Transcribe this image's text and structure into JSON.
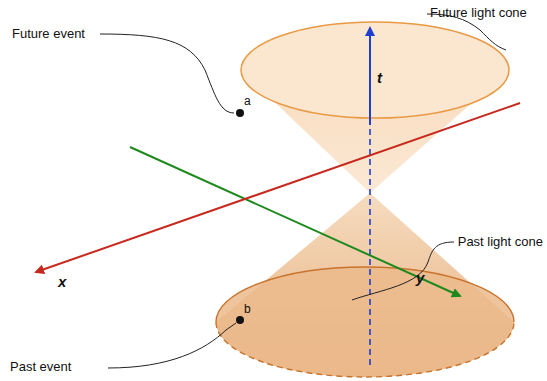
{
  "diagram": {
    "labels": [
      "Future light cone",
      "Future event",
      "a",
      "t",
      "Past light cone",
      "x",
      "y",
      "b",
      "Past event"
    ]
  }
}
